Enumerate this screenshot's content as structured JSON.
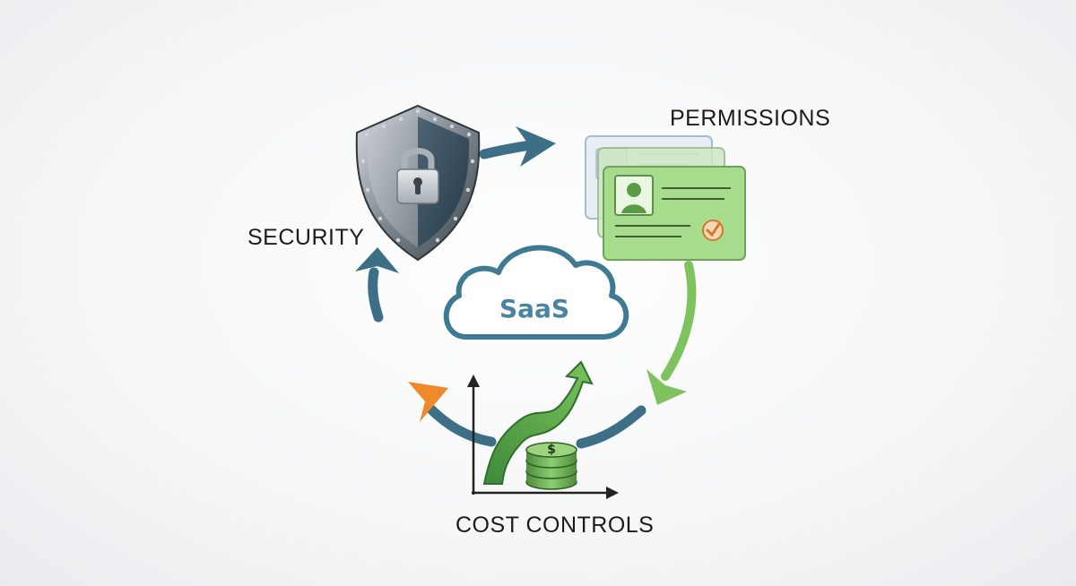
{
  "labels": {
    "security": "SECURITY",
    "permissions": "PERMISSIONS",
    "cost_controls": "COST CONTROLS",
    "center": "SaaS",
    "currency_symbol": "$"
  },
  "icons": {
    "security": "shield-lock-icon",
    "permissions": "id-cards-icon",
    "cost_controls": "growth-chart-coins-icon",
    "center": "cloud-icon"
  },
  "colors": {
    "arrow_blue": "#3d6f86",
    "arrow_green": "#7fc35f",
    "arrow_orange": "#ee8a2b",
    "cloud_stroke": "#3f7a93",
    "card_green": "#9ed884",
    "coin_green": "#5c9a48"
  }
}
